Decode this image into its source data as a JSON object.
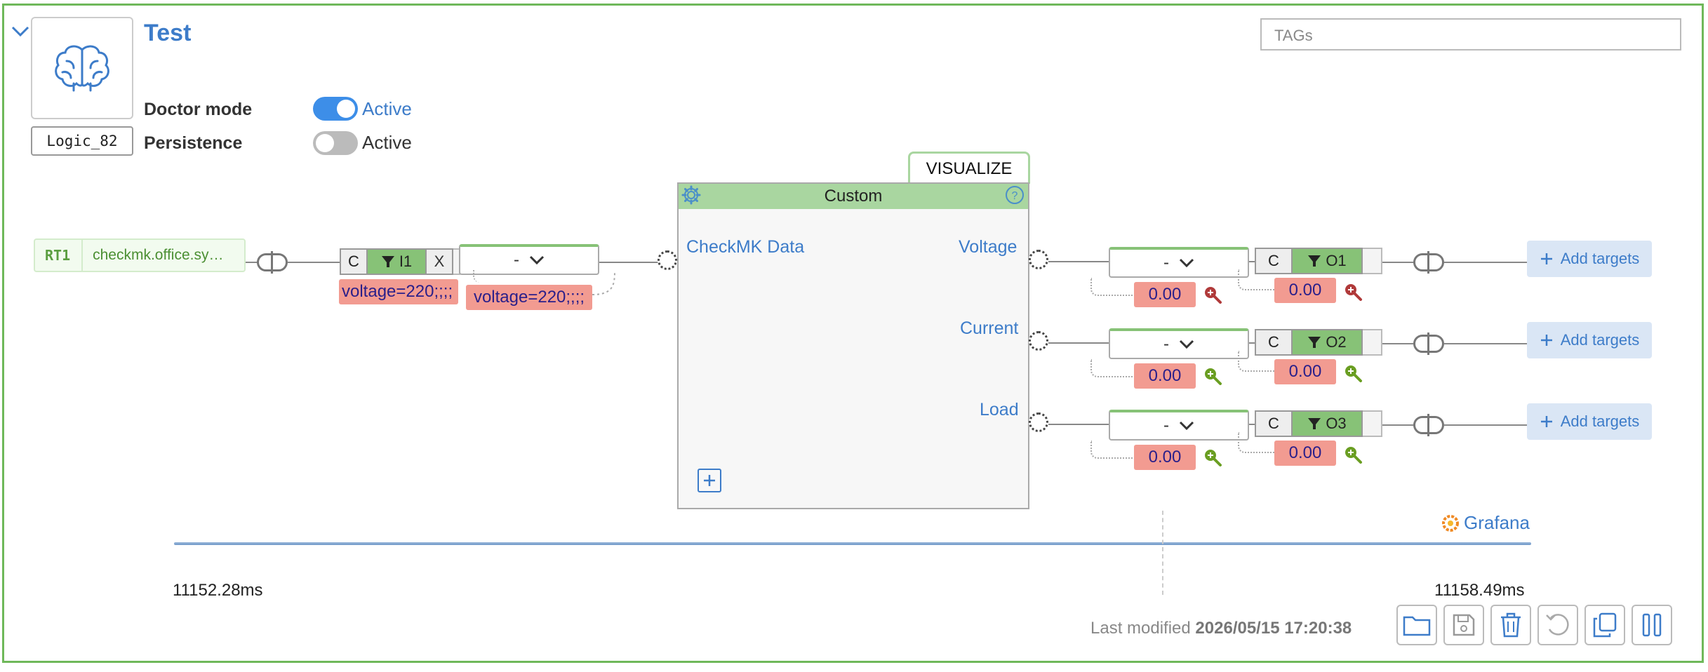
{
  "header": {
    "title": "Test",
    "logic_id": "Logic_82",
    "tags_placeholder": "TAGs"
  },
  "settings": [
    {
      "label": "Doctor mode",
      "state_label": "Active",
      "on": true
    },
    {
      "label": "Persistence",
      "state_label": "Active",
      "on": false
    }
  ],
  "input": {
    "code": "RT1",
    "host": "checkmk.office.sy…",
    "c_label": "C",
    "filter_label": "I1",
    "x_label": "X",
    "raw_value": "voltage=220;;;;",
    "dropdown_value": "-",
    "processed_value": "voltage=220;;;;"
  },
  "block": {
    "tab_label": "VISUALIZE",
    "name": "Custom",
    "input_port": "CheckMK Data",
    "add_icon": "plus-square-icon",
    "settings_icon": "gear-icon",
    "help_icon": "help-icon"
  },
  "outputs": [
    {
      "port": "Voltage",
      "dropdown_value": "-",
      "value_left": "0.00",
      "value_right": "0.00",
      "c_label": "C",
      "filter_label": "O1",
      "add_label": "Add targets",
      "zoom_color": "#b03a3a"
    },
    {
      "port": "Current",
      "dropdown_value": "-",
      "value_left": "0.00",
      "value_right": "0.00",
      "c_label": "C",
      "filter_label": "O2",
      "add_label": "Add targets",
      "zoom_color": "#6a9e22"
    },
    {
      "port": "Load",
      "dropdown_value": "-",
      "value_left": "0.00",
      "value_right": "0.00",
      "c_label": "C",
      "filter_label": "O3",
      "add_label": "Add targets",
      "zoom_color": "#6a9e22"
    }
  ],
  "timeline": {
    "grafana_label": "Grafana",
    "start_time": "11152.28ms",
    "end_time": "11158.49ms"
  },
  "footer": {
    "modified_prefix": "Last modified",
    "modified_date": "2026/05/15 17:20:38",
    "buttons": [
      "folder-icon",
      "save-icon",
      "trash-icon",
      "undo-icon",
      "copy-icon",
      "pause-icon"
    ]
  },
  "colors": {
    "accent_blue": "#3d7cc9",
    "green": "#87c277",
    "frame_green": "#6fb85a",
    "value_red": "#f29b91"
  }
}
